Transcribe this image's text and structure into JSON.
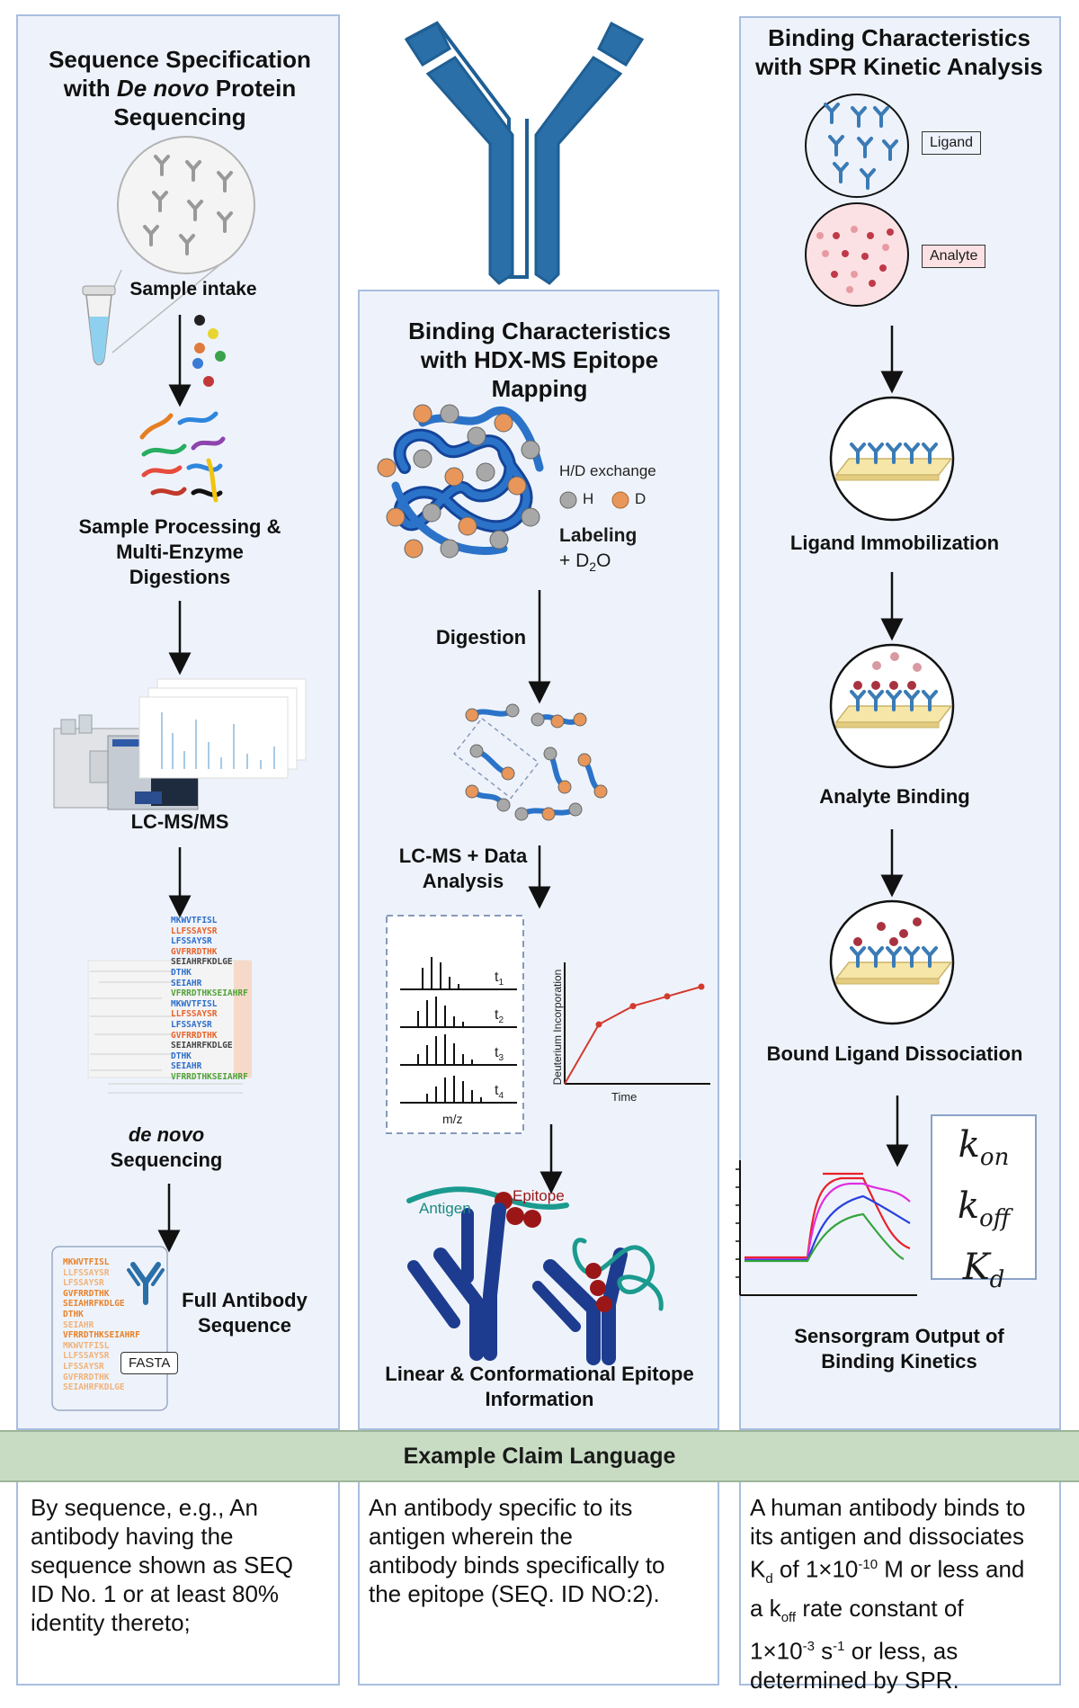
{
  "left": {
    "title": "Sequence Specification with De novo Protein Sequencing",
    "title_l1": "Sequence Specification",
    "title_l2a": "with ",
    "title_l2b": "De novo",
    "title_l2c": " Protein",
    "title_l3": "Sequencing",
    "sample_intake": "Sample intake",
    "processing_l1": "Sample Processing &",
    "processing_l2": "Multi-Enzyme",
    "processing_l3": "Digestions",
    "lcmsms": "LC-MS/MS",
    "denovo_l1": "de novo",
    "denovo_l2": "Sequencing",
    "full_l1": "Full Antibody",
    "full_l2": "Sequence",
    "fasta": "FASTA",
    "seq_list": [
      "MKWVTFISL",
      "LLFSSAYSR",
      "LFSSAYSR",
      "GVFRRDTHK",
      "SEIAHRFKDLGE",
      "DTHK",
      "SEIAHR",
      "VFRRDTHKSEIAHRF",
      "MKWVTFISL",
      "LLFSSAYSR",
      "LFSSAYSR",
      "GVFRRDTHK",
      "SEIAHRFKDLGE",
      "DTHK",
      "SEIAHR",
      "VFRRDTHKSEIAHRF"
    ],
    "fasta_list": [
      "MKWVTFISL",
      "LLFSSAYSR",
      "LFSSAYSR",
      "GVFRRDTHK",
      "SEIAHRFKDLGE",
      "DTHK",
      "SEIAHR",
      "VFRRDTHKSEIAHRF",
      "MKWVTFISL",
      "LLFSSAYSR",
      "LFSSAYSR",
      "GVFRRDTHK",
      "SEIAHRFKDLGE"
    ]
  },
  "middle": {
    "title_l1": "Binding Characteristics",
    "title_l2": "with HDX-MS Epitope",
    "title_l3": "Mapping",
    "hd_exchange": "H/D exchange",
    "h": "H",
    "d": "D",
    "labeling": "Labeling",
    "d2o_a": "+ D",
    "d2o_sub": "2",
    "d2o_b": "O",
    "digestion": "Digestion",
    "lcms_l1": "LC-MS + Data",
    "lcms_l2": "Analysis",
    "t_labels": [
      "t",
      "t",
      "t",
      "t"
    ],
    "t_subs": [
      "1",
      "2",
      "3",
      "4"
    ],
    "mz": "m/z",
    "deut_axis": "Deuterium Incorporation",
    "time_axis": "Time",
    "antigen": "Antigen",
    "epitope": "Epitope",
    "info_l1": "Linear & Conformational Epitope",
    "info_l2": "Information"
  },
  "right": {
    "title_l1": "Binding Characteristics",
    "title_l2": "with SPR Kinetic Analysis",
    "ligand": "Ligand",
    "analyte": "Analyte",
    "immob": "Ligand Immobilization",
    "binding": "Analyte Binding",
    "dissociation": "Bound Ligand Dissociation",
    "k_on_a": "k",
    "k_on_b": "on",
    "k_off_a": "k",
    "k_off_b": "off",
    "k_d_a": "K",
    "k_d_b": "d",
    "sensor_l1": "Sensorgram Output of",
    "sensor_l2": "Binding Kinetics"
  },
  "claims": {
    "header": "Example Claim Language",
    "left_l1": "By sequence, e.g., An",
    "left_l2": "antibody having the",
    "left_l3": "sequence shown as SEQ",
    "left_l4": "ID No. 1 or at least 80%",
    "left_l5": "identity thereto;",
    "mid_l1": "An antibody specific to its",
    "mid_l2": "antigen wherein the",
    "mid_l3": "antibody binds specifically to",
    "mid_l4": "the epitope (SEQ. ID NO:2).",
    "right_l1": "A human antibody binds to",
    "right_l2": "its antigen and dissociates",
    "right_l3a": "K",
    "right_l3sub": "d",
    "right_l3b": " of 1×10",
    "right_l3sup": "-10",
    "right_l3c": " M or less and",
    "right_l4a": "a k",
    "right_l4sub": "off",
    "right_l4b": " rate constant of",
    "right_l5a": "1×10",
    "right_l5sup": "-3",
    "right_l5b": " s",
    "right_l5sup2": "-1",
    "right_l5c": " or less, as",
    "right_l6": "determined by SPR."
  },
  "colors": {
    "antibody_blue": "#2a6fa8",
    "panel_bg": "#eef3fb",
    "panel_border": "#a9bedf",
    "claim_bar": "#c8dcc4",
    "curve_red": "#d43a2f",
    "deuterium_orange": "#e8965a",
    "hydrogen_gray": "#a8a8a8"
  },
  "chart_data": [
    {
      "type": "line",
      "xlabel": "Time",
      "ylabel": "Deuterium Incorporation",
      "x": [
        0,
        1,
        2,
        3,
        4
      ],
      "values": [
        0.0,
        0.55,
        0.72,
        0.81,
        0.9
      ],
      "ylim": [
        0,
        1
      ]
    }
  ]
}
